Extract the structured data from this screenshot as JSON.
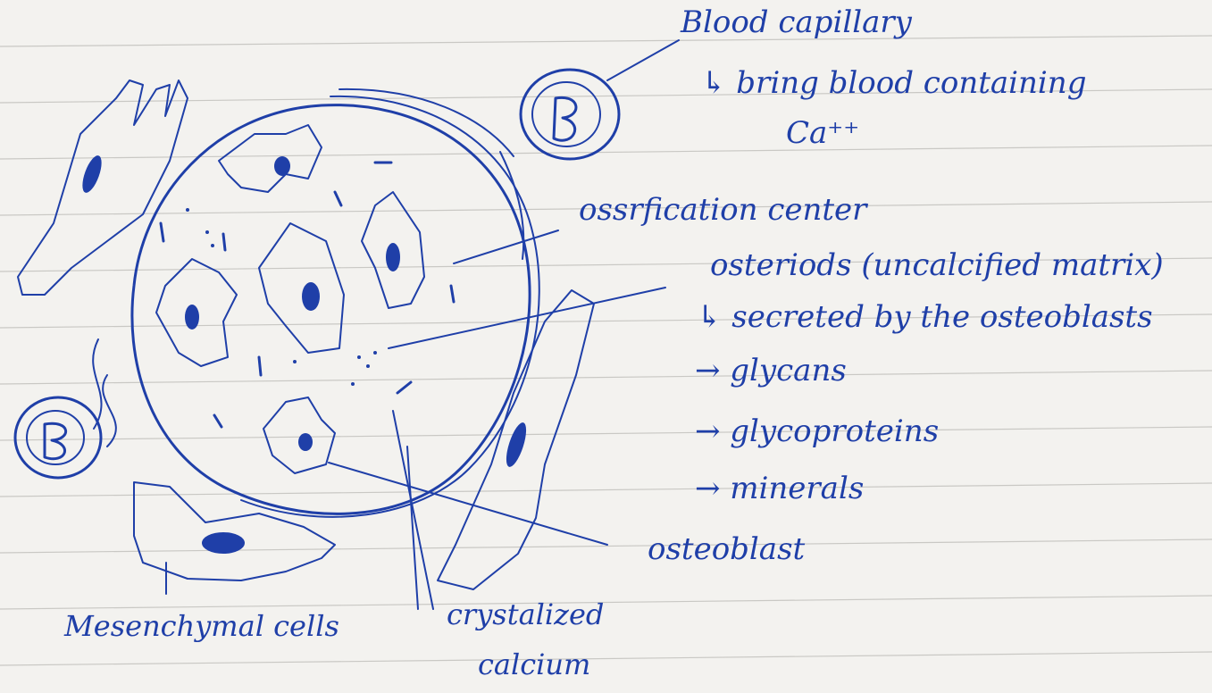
{
  "labels": {
    "blood_capillary": "Blood capillary",
    "blood_note": "↳ bring blood containing",
    "calcium_ion": "Ca⁺⁺",
    "ossification": "ossrfication center",
    "osteoids": "osteriods (uncalcified matrix)",
    "secreted": "↳ secreted by the osteoblasts",
    "item1": "→ glycans",
    "item2": "→ glycoproteins",
    "item3": "→ minerals",
    "osteoblast": "osteoblast",
    "mesenchymal": "Mesenchymal cells",
    "crystal1": "crystalized",
    "crystal2": "calcium"
  }
}
